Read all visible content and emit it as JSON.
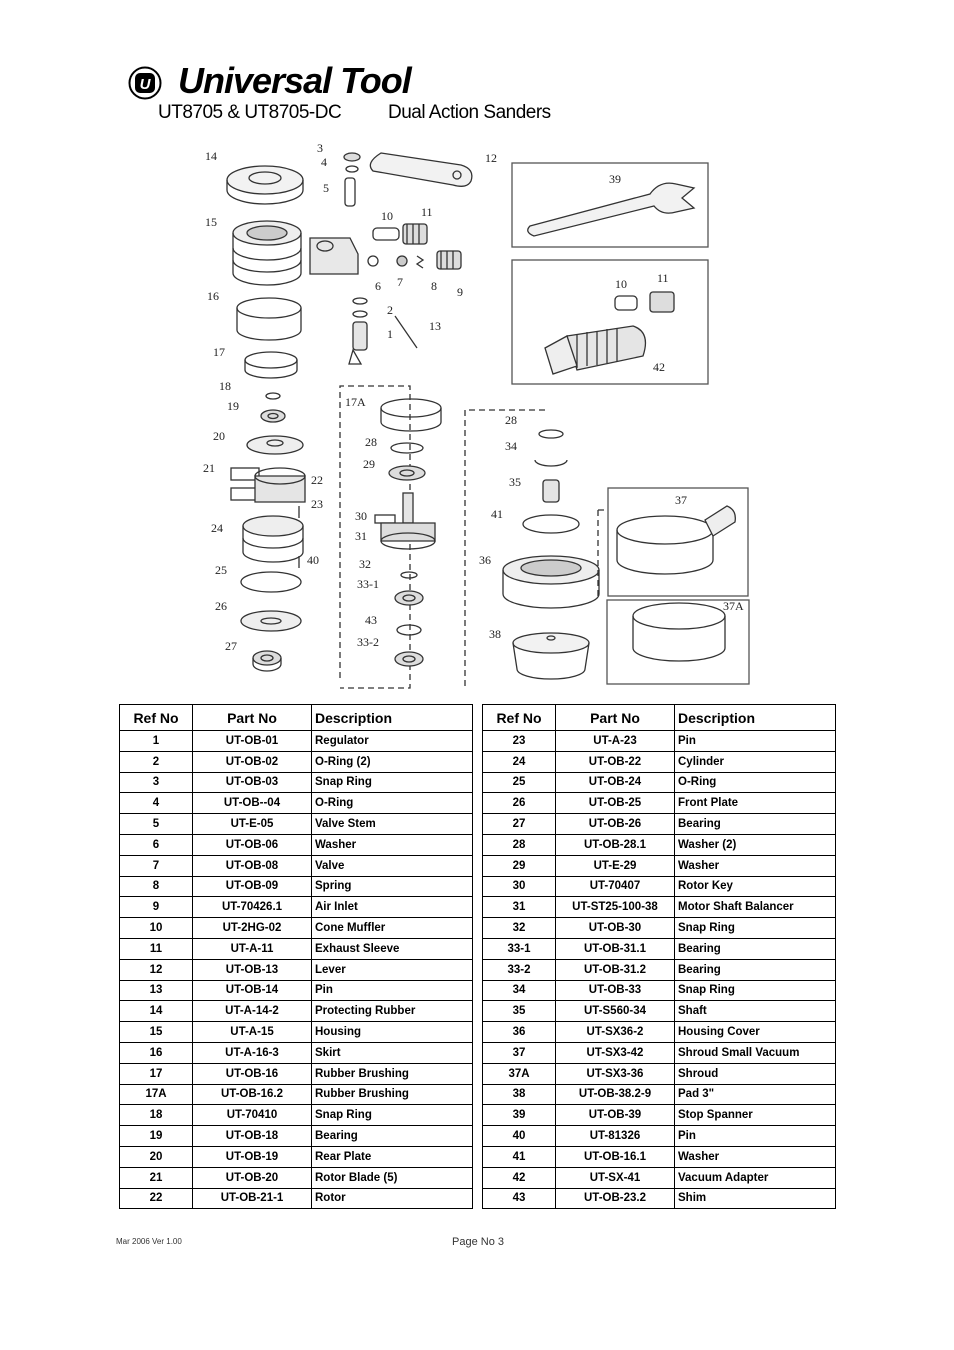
{
  "header": {
    "brand": "Universal Tool",
    "model": "UT8705 & UT8705-DC",
    "product": "Dual Action Sanders",
    "logo_letter": "U"
  },
  "diagram": {
    "callouts": [
      "14",
      "3",
      "4",
      "5",
      "12",
      "39",
      "15",
      "10",
      "11",
      "6",
      "7",
      "8",
      "9",
      "16",
      "2",
      "1",
      "13",
      "17",
      "10",
      "11",
      "42",
      "18",
      "17A",
      "28",
      "19",
      "28",
      "34",
      "20",
      "29",
      "35",
      "21",
      "22",
      "23",
      "30",
      "31",
      "41",
      "37",
      "24",
      "40",
      "36",
      "25",
      "32",
      "33-1",
      "37A",
      "26",
      "43",
      "27",
      "33-2",
      "38"
    ]
  },
  "table_headers": {
    "ref": "Ref No",
    "part": "Part No",
    "desc": "Description"
  },
  "parts_left": [
    {
      "ref": "1",
      "part": "UT-OB-01",
      "desc": "Regulator"
    },
    {
      "ref": "2",
      "part": "UT-OB-02",
      "desc": "O-Ring (2)"
    },
    {
      "ref": "3",
      "part": "UT-OB-03",
      "desc": "Snap Ring"
    },
    {
      "ref": "4",
      "part": "UT-OB--04",
      "desc": "O-Ring"
    },
    {
      "ref": "5",
      "part": "UT-E-05",
      "desc": "Valve Stem"
    },
    {
      "ref": "6",
      "part": "UT-OB-06",
      "desc": "Washer"
    },
    {
      "ref": "7",
      "part": "UT-OB-08",
      "desc": "Valve"
    },
    {
      "ref": "8",
      "part": "UT-OB-09",
      "desc": "Spring"
    },
    {
      "ref": "9",
      "part": "UT-70426.1",
      "desc": "Air Inlet"
    },
    {
      "ref": "10",
      "part": "UT-2HG-02",
      "desc": "Cone Muffler"
    },
    {
      "ref": "11",
      "part": "UT-A-11",
      "desc": "Exhaust Sleeve"
    },
    {
      "ref": "12",
      "part": "UT-OB-13",
      "desc": "Lever"
    },
    {
      "ref": "13",
      "part": "UT-OB-14",
      "desc": "Pin"
    },
    {
      "ref": "14",
      "part": "UT-A-14-2",
      "desc": "Protecting Rubber"
    },
    {
      "ref": "15",
      "part": "UT-A-15",
      "desc": "Housing"
    },
    {
      "ref": "16",
      "part": "UT-A-16-3",
      "desc": "Skirt"
    },
    {
      "ref": "17",
      "part": "UT-OB-16",
      "desc": "Rubber Brushing"
    },
    {
      "ref": "17A",
      "part": "UT-OB-16.2",
      "desc": "Rubber Brushing"
    },
    {
      "ref": "18",
      "part": "UT-70410",
      "desc": "Snap Ring"
    },
    {
      "ref": "19",
      "part": "UT-OB-18",
      "desc": "Bearing"
    },
    {
      "ref": "20",
      "part": "UT-OB-19",
      "desc": "Rear Plate"
    },
    {
      "ref": "21",
      "part": "UT-OB-20",
      "desc": "Rotor Blade (5)"
    },
    {
      "ref": "22",
      "part": "UT-OB-21-1",
      "desc": "Rotor"
    }
  ],
  "parts_right": [
    {
      "ref": "23",
      "part": "UT-A-23",
      "desc": "Pin"
    },
    {
      "ref": "24",
      "part": "UT-OB-22",
      "desc": "Cylinder"
    },
    {
      "ref": "25",
      "part": "UT-OB-24",
      "desc": "O-Ring"
    },
    {
      "ref": "26",
      "part": "UT-OB-25",
      "desc": "Front Plate"
    },
    {
      "ref": "27",
      "part": "UT-OB-26",
      "desc": "Bearing"
    },
    {
      "ref": "28",
      "part": "UT-OB-28.1",
      "desc": "Washer (2)"
    },
    {
      "ref": "29",
      "part": "UT-E-29",
      "desc": "Washer"
    },
    {
      "ref": "30",
      "part": "UT-70407",
      "desc": "Rotor Key"
    },
    {
      "ref": "31",
      "part": "UT-ST25-100-38",
      "desc": "Motor Shaft Balancer"
    },
    {
      "ref": "32",
      "part": "UT-OB-30",
      "desc": "Snap Ring"
    },
    {
      "ref": "33-1",
      "part": "UT-OB-31.1",
      "desc": "Bearing"
    },
    {
      "ref": "33-2",
      "part": "UT-OB-31.2",
      "desc": "Bearing"
    },
    {
      "ref": "34",
      "part": "UT-OB-33",
      "desc": "Snap Ring"
    },
    {
      "ref": "35",
      "part": "UT-S560-34",
      "desc": "Shaft"
    },
    {
      "ref": "36",
      "part": "UT-SX36-2",
      "desc": "Housing Cover"
    },
    {
      "ref": "37",
      "part": "UT-SX3-42",
      "desc": "Shroud Small Vacuum"
    },
    {
      "ref": "37A",
      "part": "UT-SX3-36",
      "desc": "Shroud"
    },
    {
      "ref": "38",
      "part": "UT-OB-38.2-9",
      "desc": "Pad 3\""
    },
    {
      "ref": "39",
      "part": "UT-OB-39",
      "desc": "Stop Spanner"
    },
    {
      "ref": "40",
      "part": "UT-81326",
      "desc": "Pin"
    },
    {
      "ref": "41",
      "part": "UT-OB-16.1",
      "desc": "Washer"
    },
    {
      "ref": "42",
      "part": "UT-SX-41",
      "desc": "Vacuum Adapter"
    },
    {
      "ref": "43",
      "part": "UT-OB-23.2",
      "desc": "Shim"
    }
  ],
  "footer": {
    "version": "Mar 2006 Ver 1.00",
    "page": "Page No 3"
  }
}
